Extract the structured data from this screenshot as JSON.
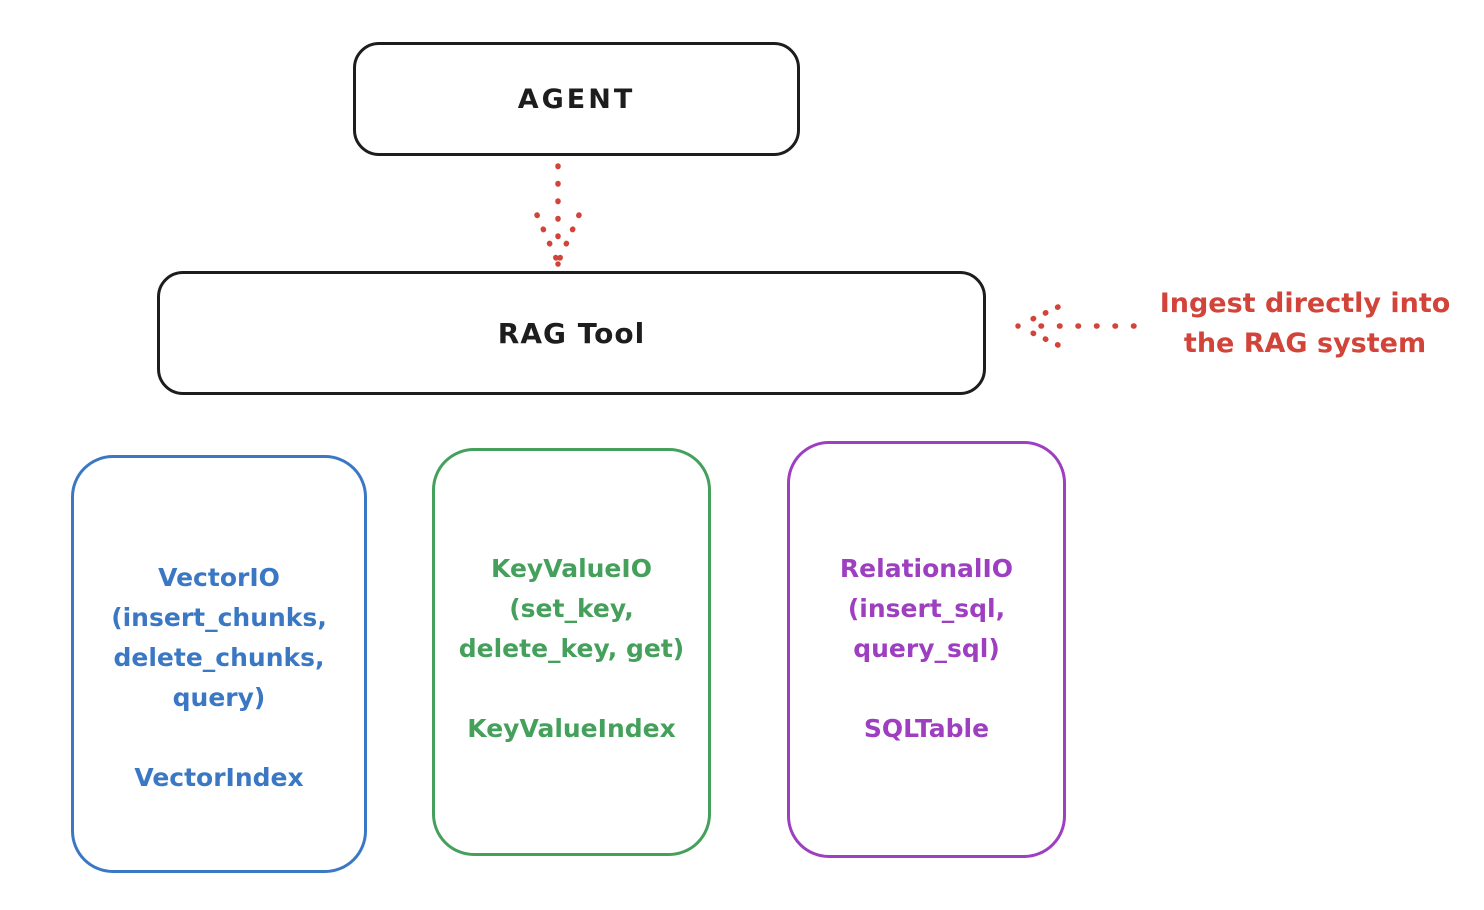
{
  "colors": {
    "ink": "#1d1d1d",
    "red": "#d2443a",
    "blue": "#3b78c4",
    "green": "#44a05b",
    "purple": "#9d3fc0",
    "background": "#ffffff"
  },
  "nodes": {
    "agent": {
      "label": "AGENT"
    },
    "rag_tool": {
      "label": "RAG Tool"
    },
    "vector_store": {
      "lines": [
        "VectorIO",
        "(insert_chunks,",
        "delete_chunks,",
        "query)",
        "",
        "VectorIndex"
      ]
    },
    "keyvalue_store": {
      "lines": [
        "KeyValueIO",
        "(set_key,",
        "delete_key, get)",
        "",
        "KeyValueIndex"
      ]
    },
    "relational_store": {
      "lines": [
        "RelationalIO",
        "(insert_sql,",
        "query_sql)",
        "",
        "SQLTable"
      ]
    }
  },
  "annotation": {
    "lines": [
      "Ingest directly into",
      "the RAG system"
    ]
  },
  "icons": {
    "agent_to_rag_arrow": "dotted-arrow-down",
    "ingest_arrow": "dotted-arrow-left"
  }
}
